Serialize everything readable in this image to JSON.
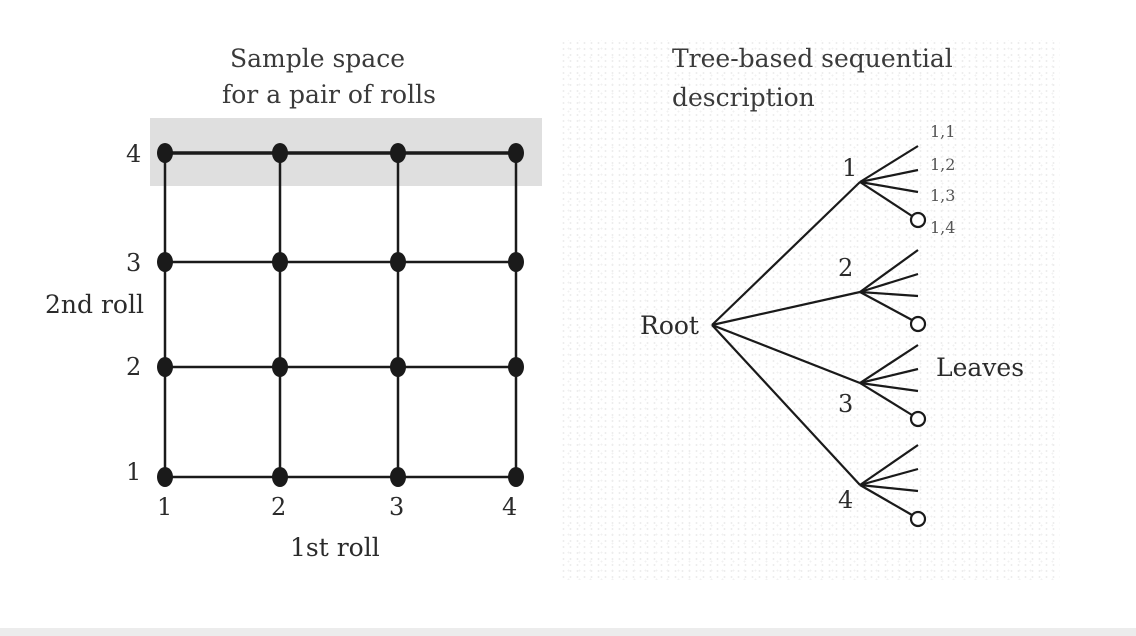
{
  "colors": {
    "ink": "#1a1a1a",
    "highlight": "#d9d9d9",
    "leaf_ink": "#555555"
  },
  "sample_space": {
    "title_line1": "Sample space",
    "title_line2": "for a pair of rolls",
    "x_ticks": [
      "1",
      "2",
      "3",
      "4"
    ],
    "y_ticks": [
      "4",
      "3",
      "2",
      "1"
    ],
    "x_axis_label": "1st roll",
    "y_axis_label": "2nd roll"
  },
  "tree": {
    "title_line1": "Tree-based sequential",
    "title_line2": "description",
    "root_label": "Root",
    "branch_labels": [
      "1",
      "2",
      "3",
      "4"
    ],
    "leaf_labels": [
      "1,1",
      "1,2",
      "1,3",
      "1,4"
    ],
    "leaves_label": "Leaves"
  }
}
